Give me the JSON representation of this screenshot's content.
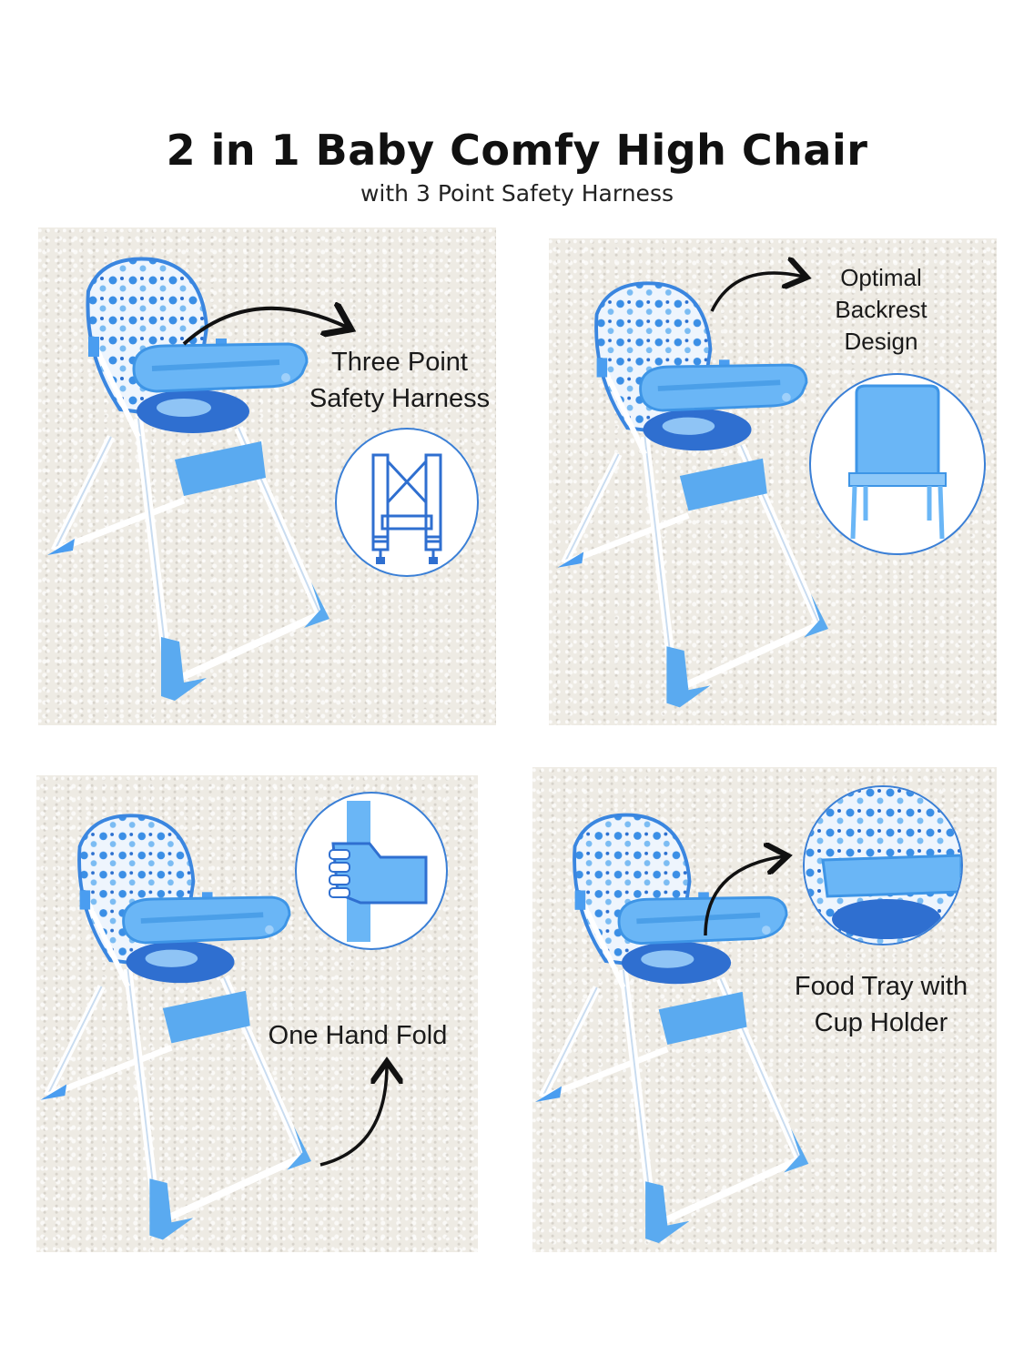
{
  "header": {
    "title": "2 in 1 Baby Comfy High Chair",
    "subtitle": "with 3 Point Safety Harness"
  },
  "features": [
    {
      "lines": [
        "Three Point",
        "Safety Harness"
      ],
      "icon": "harness-icon"
    },
    {
      "lines": [
        "Optimal",
        "Backrest",
        "Design"
      ],
      "icon": "chair-icon"
    },
    {
      "lines": [
        "One Hand Fold"
      ],
      "icon": "hand-grip-icon"
    },
    {
      "lines": [
        "Food Tray with",
        "Cup Holder"
      ],
      "icon": "tray-closeup-icon"
    }
  ],
  "colors": {
    "accent": "#5aaaf0",
    "dark_blue": "#2f6fd0",
    "outline": "#3a7fd6"
  }
}
